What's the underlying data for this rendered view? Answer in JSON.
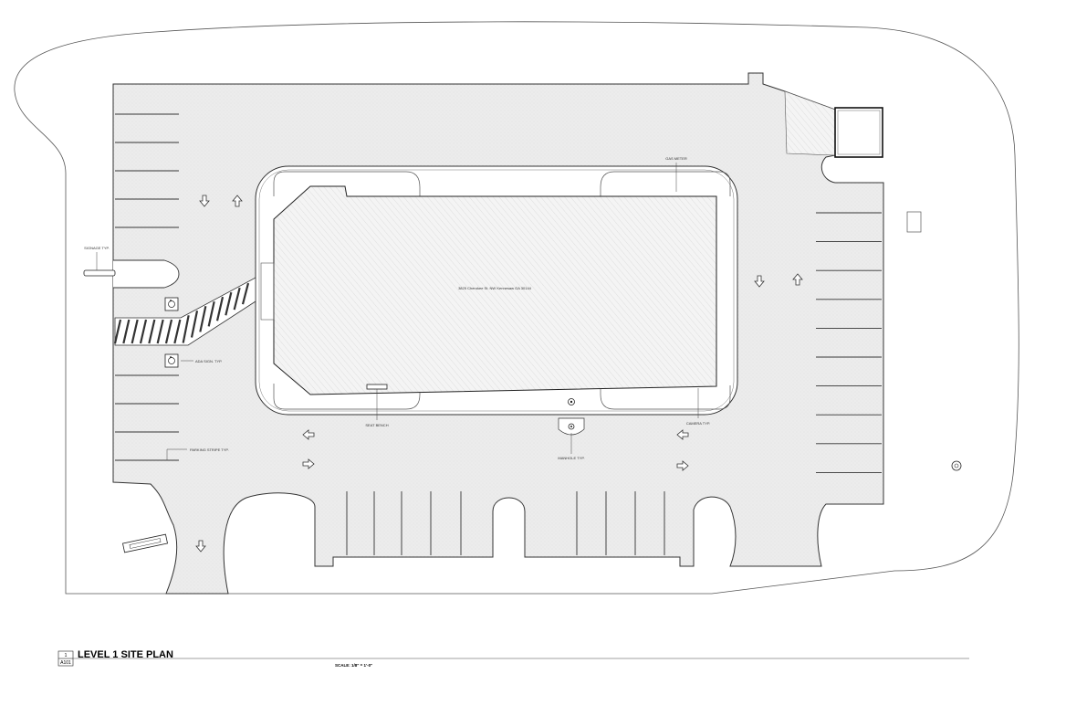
{
  "building": {
    "address": "3825 Cherokee St. NW Kennesaw GA 30144"
  },
  "labels": {
    "gas_meter": "GAS METER",
    "signage": "SIGNAGE TYP.",
    "ada_sign": "ADA SIGN. TYP.",
    "seat_bench": "SEAT BENCH",
    "manhole": "MANHOLE TYP.",
    "camera": "CAMERA TYP.",
    "parking_stripe": "PARKING STRIPE TYP."
  },
  "title_block": {
    "detail_number": "1",
    "sheet": "A101",
    "title": "LEVEL 1 SITE PLAN",
    "scale": "SCALE: 1/8\" = 1'-0\""
  },
  "icons": {
    "ada": "accessible-parking-icon",
    "arrow": "traffic-direction-arrow-icon",
    "manhole": "manhole-icon"
  }
}
